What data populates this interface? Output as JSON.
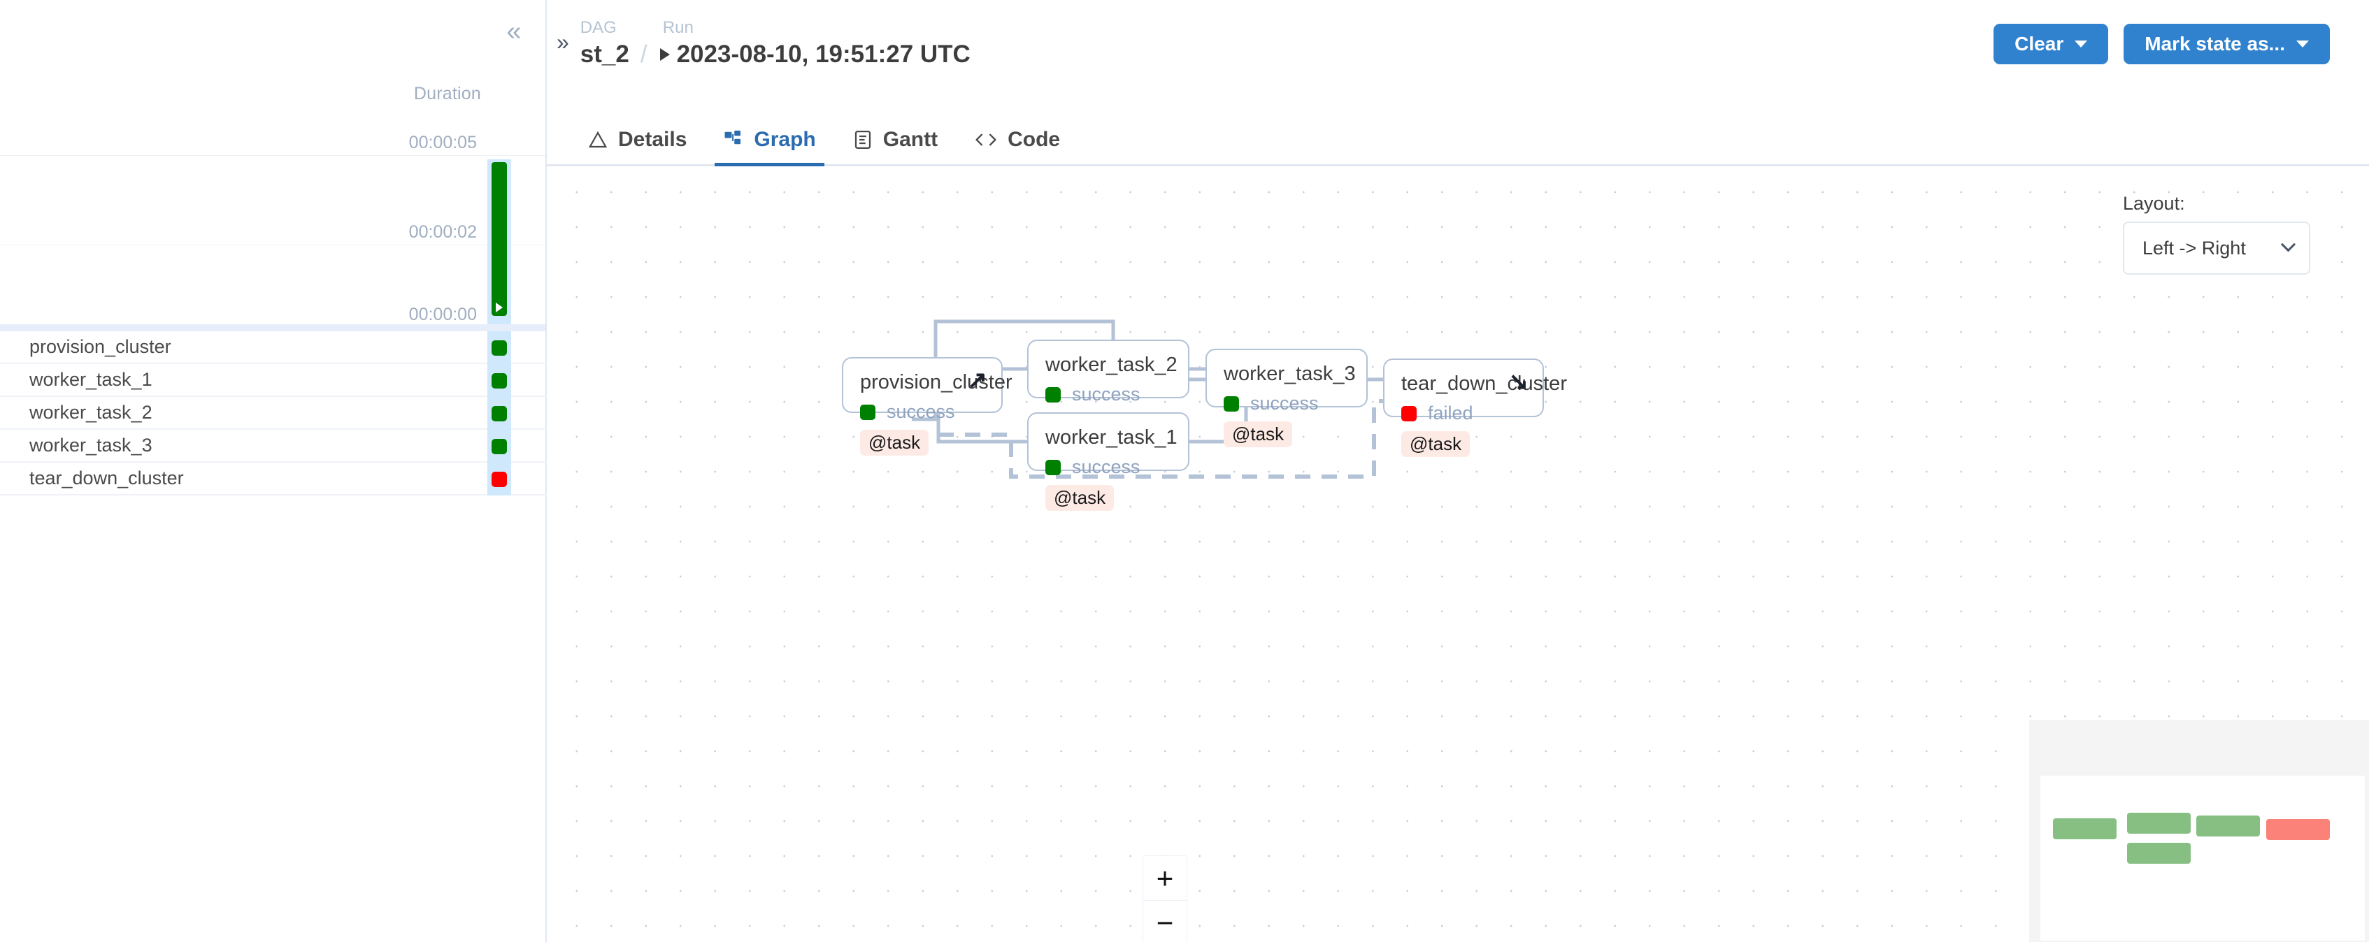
{
  "left_panel": {
    "collapse_icon": "chevron-double-left",
    "duration_header": "Duration",
    "axis_ticks": [
      "00:00:05",
      "00:00:02",
      "00:00:00"
    ],
    "tasks": [
      {
        "name": "provision_cluster",
        "state": "success"
      },
      {
        "name": "worker_task_1",
        "state": "success"
      },
      {
        "name": "worker_task_2",
        "state": "success"
      },
      {
        "name": "worker_task_3",
        "state": "success"
      },
      {
        "name": "tear_down_cluster",
        "state": "failed"
      }
    ]
  },
  "header": {
    "expand_icon": "chevron-double-right",
    "breadcrumb_keys": {
      "dag": "DAG",
      "run": "Run"
    },
    "dag_id": "st_2",
    "separator": "/",
    "run_id": "2023-08-10, 19:51:27 UTC",
    "buttons": [
      {
        "label": "Clear",
        "name": "clear-button"
      },
      {
        "label": "Mark state as...",
        "name": "mark-state-button"
      }
    ]
  },
  "tabs": [
    {
      "label": "Details",
      "icon": "alert-triangle-icon",
      "active": false
    },
    {
      "label": "Graph",
      "icon": "graph-nodes-icon",
      "active": true
    },
    {
      "label": "Gantt",
      "icon": "gantt-document-icon",
      "active": false
    },
    {
      "label": "Code",
      "icon": "code-brackets-icon",
      "active": false
    }
  ],
  "graph": {
    "layout_label": "Layout:",
    "layout_value": "Left -> Right",
    "zoom_in": "+",
    "zoom_out": "−",
    "nodes": [
      {
        "id": "provision_cluster",
        "title": "provision_cluster",
        "state": "success",
        "badge": "@task",
        "corner": "↗"
      },
      {
        "id": "worker_task_2",
        "title": "worker_task_2",
        "state": "success",
        "badge": "@task",
        "corner": ""
      },
      {
        "id": "worker_task_1",
        "title": "worker_task_1",
        "state": "success",
        "badge": "@task",
        "corner": ""
      },
      {
        "id": "worker_task_3",
        "title": "worker_task_3",
        "state": "success",
        "badge": "@task",
        "corner": ""
      },
      {
        "id": "tear_down_cluster",
        "title": "tear_down_cluster",
        "state": "failed",
        "badge": "@task",
        "corner": "↘"
      }
    ]
  },
  "colors": {
    "success": "#008000",
    "failed": "#ff0000",
    "accent": "#3182ce",
    "tab_active": "#2b6cb0",
    "badge_bg": "#fdeae4",
    "edge": "#b3c2d6",
    "column_highlight": "#cfe8fb"
  }
}
